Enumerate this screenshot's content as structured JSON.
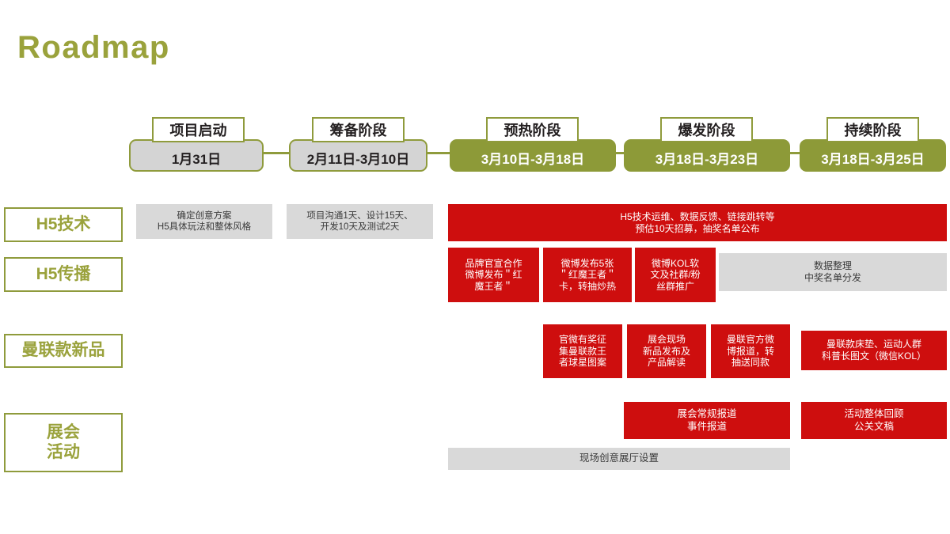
{
  "slide": {
    "title": "Roadmap",
    "title_color": "#9aa23c",
    "accent_olive": "#8d9a38",
    "accent_red": "#ce0e0e",
    "accent_gray": "#d9d9d9"
  },
  "timeline": {
    "phases": [
      {
        "label": "项目启动",
        "date": "1月31日",
        "style": "gray"
      },
      {
        "label": "筹备阶段",
        "date": "2月11日-3月10日",
        "style": "gray"
      },
      {
        "label": "预热阶段",
        "date": "3月10日-3月18日",
        "style": "olive"
      },
      {
        "label": "爆发阶段",
        "date": "3月18日-3月23日",
        "style": "olive"
      },
      {
        "label": "持续阶段",
        "date": "3月18日-3月25日",
        "style": "olive"
      }
    ]
  },
  "rows": [
    {
      "label": "H5技术",
      "label_lines": [
        "H5技术"
      ]
    },
    {
      "label": "H5传播",
      "label_lines": [
        "H5传播"
      ]
    },
    {
      "label": "曼联款新品",
      "label_lines": [
        "曼联款新品"
      ]
    },
    {
      "label": "展会活动",
      "label_lines": [
        "展会",
        "活动"
      ]
    }
  ],
  "cells": {
    "h5_tech": [
      {
        "text": "确定创意方案\nH5具体玩法和整体风格",
        "style": "gray"
      },
      {
        "text": "项目沟通1天、设计15天、\n开发10天及测试2天",
        "style": "gray"
      },
      {
        "text": "H5技术运维、数据反馈、链接跳转等\n预估10天招募，抽奖名单公布",
        "style": "red"
      }
    ],
    "h5_spread": [
      {
        "text": "品牌官宣合作\n微博发布＂红\n魔王者＂",
        "style": "red"
      },
      {
        "text": "微博发布5张\n＂红魔王者＂\n卡，转抽炒热",
        "style": "red"
      },
      {
        "text": "微博KOL软\n文及社群/粉\n丝群推广",
        "style": "red"
      },
      {
        "text": "数据整理\n中奖名单分发",
        "style": "gray"
      }
    ],
    "new_product": [
      {
        "text": "官微有奖征\n集曼联款王\n者球星图案",
        "style": "red"
      },
      {
        "text": "展会现场\n新品发布及\n产品解读",
        "style": "red"
      },
      {
        "text": "曼联官方微\n博报道，转\n抽送同款",
        "style": "red"
      },
      {
        "text": "曼联款床垫、运动人群\n科普长图文（微信KOL）",
        "style": "red"
      }
    ],
    "exhibition": [
      {
        "text": "展会常规报道\n事件报道",
        "style": "red"
      },
      {
        "text": "活动整体回顾\n公关文稿",
        "style": "red"
      },
      {
        "text": "现场创意展厅设置",
        "style": "gray"
      }
    ]
  }
}
